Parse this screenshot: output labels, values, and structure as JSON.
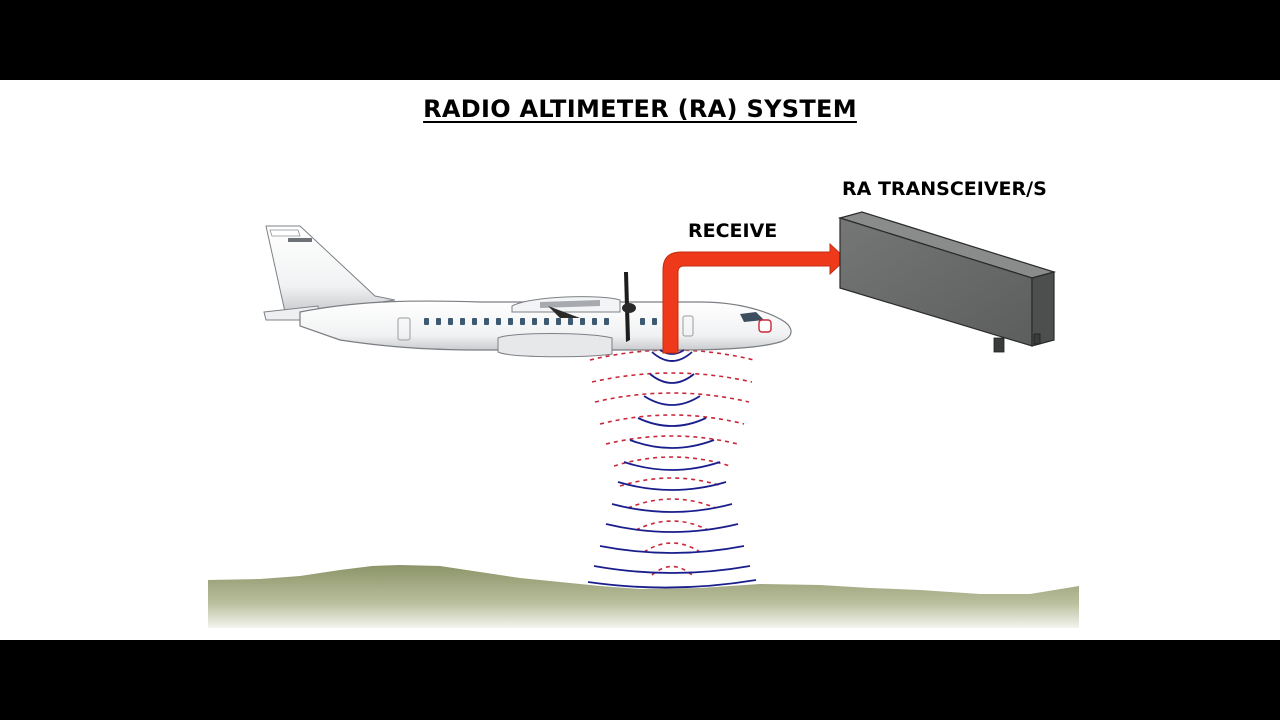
{
  "title": "RADIO ALTIMETER (RA) SYSTEM",
  "labels": {
    "receive": "RECEIVE",
    "transceiver": "RA TRANSCEIVER/S"
  },
  "colors": {
    "arrow": "#ee3a1a",
    "transmit_wave": "#1a1e8c",
    "receive_wave": "#c8283a",
    "ground": "#9aa27a",
    "transceiver": "#6a6c6c"
  }
}
